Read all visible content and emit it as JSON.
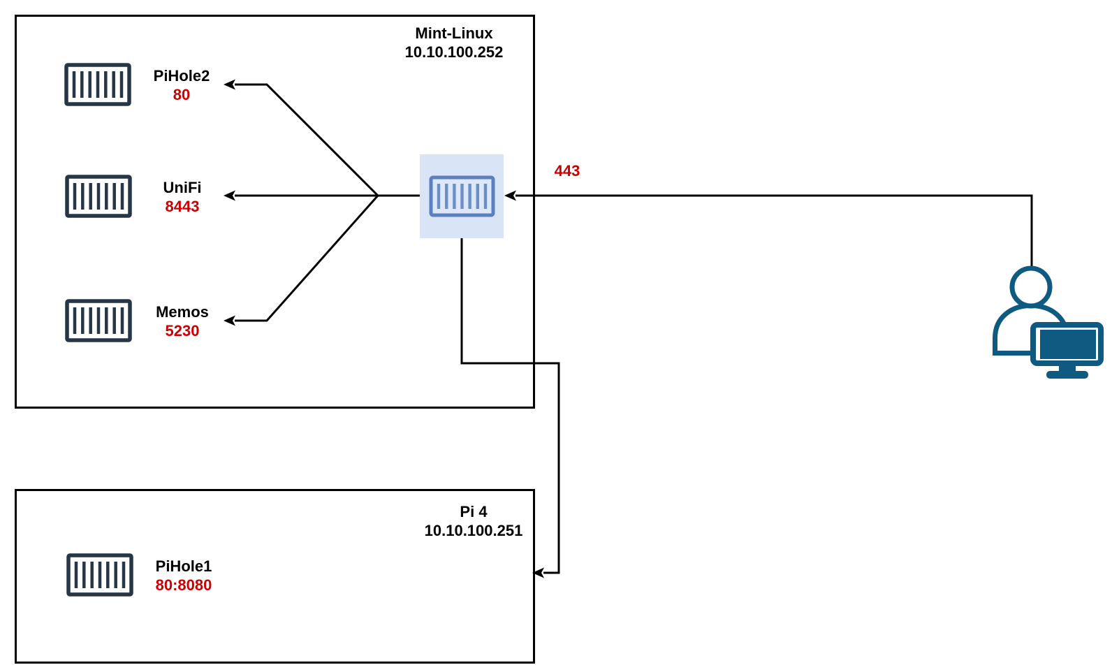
{
  "hosts": {
    "mint": {
      "name": "Mint-Linux",
      "ip": "10.10.100.252"
    },
    "pi4": {
      "name": "Pi 4",
      "ip": "10.10.100.251"
    }
  },
  "mint_services": [
    {
      "name": "PiHole2",
      "port": "80"
    },
    {
      "name": "UniFi",
      "port": "8443"
    },
    {
      "name": "Memos",
      "port": "5230"
    }
  ],
  "pi4_services": [
    {
      "name": "PiHole1",
      "port": "80:8080"
    }
  ],
  "edge": {
    "label": "443"
  },
  "colors": {
    "service_container_icon": "#273646",
    "proxy_container_border": "#5b80bd",
    "proxy_container_bars": "#6b8ec5",
    "proxy_highlight_bg": "#d9e4f6",
    "user_icon": "#0e5a80",
    "port_label_text": "#cc0000",
    "connector_line": "#000000",
    "box_border": "#000000"
  }
}
